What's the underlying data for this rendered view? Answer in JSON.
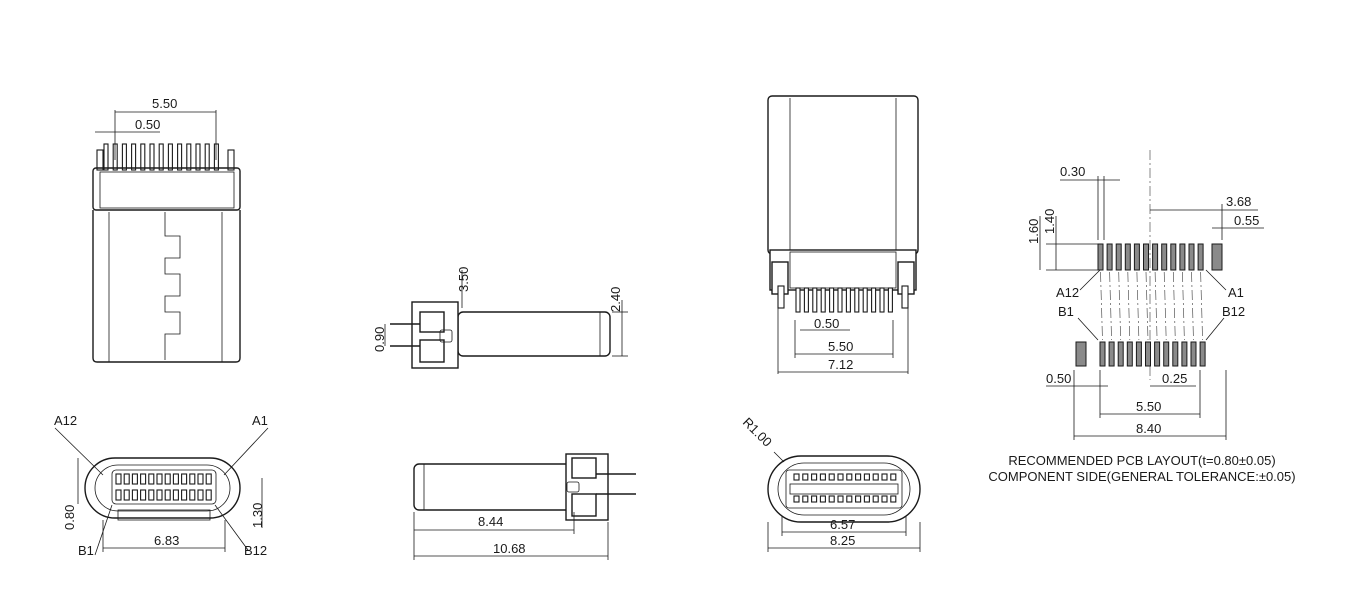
{
  "front_view": {
    "dim_width": "5.50",
    "dim_pitch": "0.50"
  },
  "side_view": {
    "dim_height_total": "3.50",
    "dim_height_body": "2.40",
    "dim_pin_spacing": "0.90"
  },
  "top_view": {
    "dim_pitch": "0.50",
    "dim_pin_span": "5.50",
    "dim_width": "7.12"
  },
  "end_view_plug": {
    "label_a12": "A12",
    "label_a1": "A1",
    "label_b1": "B1",
    "label_b12": "B12",
    "dim_height_left": "0.80",
    "dim_height_right": "1.30",
    "dim_width": "6.83"
  },
  "bottom_side_view": {
    "dim_inner": "8.44",
    "dim_total": "10.68"
  },
  "end_view_mating": {
    "dim_radius": "R1.00",
    "dim_inner": "6.57",
    "dim_outer": "8.25"
  },
  "pcb_layout": {
    "dim_pad_width": "0.30",
    "dim_offset": "3.68",
    "dim_outer_pad": "0.55",
    "dim_row_height_outer": "1.60",
    "dim_row_height_inner": "1.40",
    "label_a12": "A12",
    "label_a1": "A1",
    "label_b1": "B1",
    "label_b12": "B12",
    "dim_pitch": "0.50",
    "dim_offset_row": "0.25",
    "dim_span": "5.50",
    "dim_total": "8.40",
    "note_line1": "RECOMMENDED PCB LAYOUT(t=0.80±0.05)",
    "note_line2": "COMPONENT SIDE(GENERAL TOLERANCE:±0.05)"
  }
}
